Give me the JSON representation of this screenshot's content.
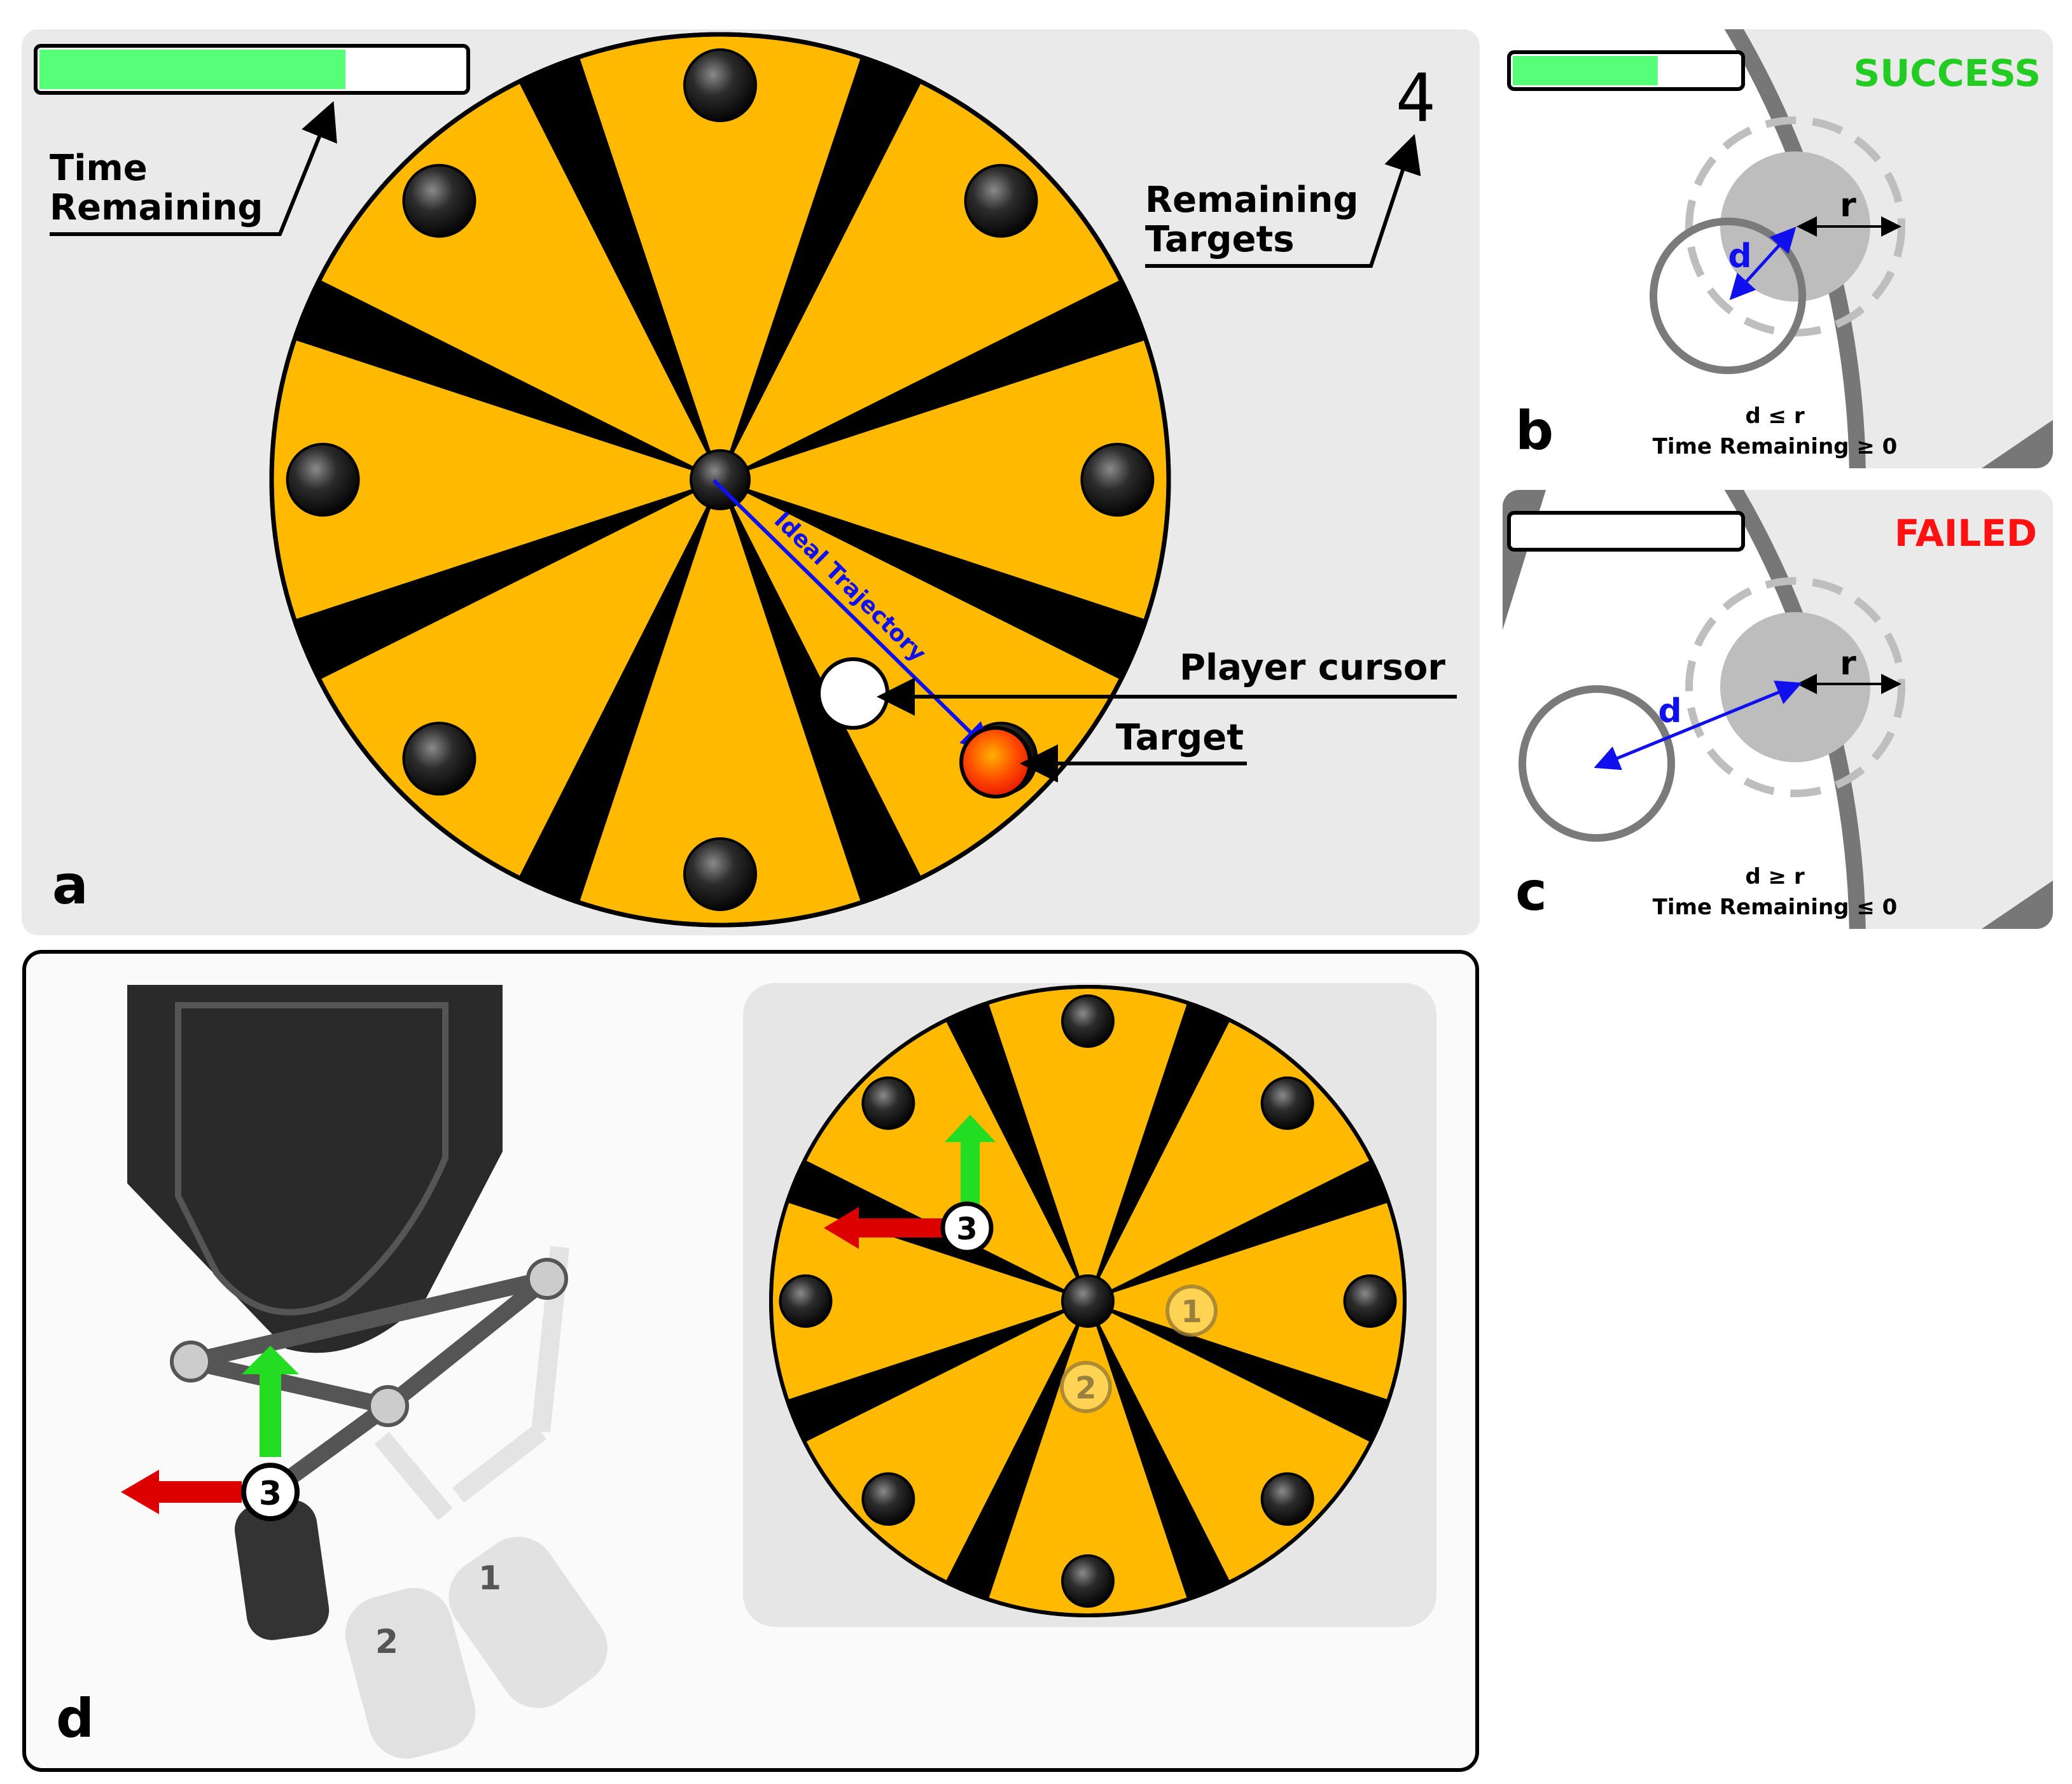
{
  "panel_a": {
    "letter": "a",
    "time_label_1": "Time",
    "time_label_2": "Remaining",
    "targets_label_1": "Remaining",
    "targets_label_2": "Targets",
    "targets_count": "4",
    "trajectory_label": "Ideal Trajectory",
    "cursor_label": "Player cursor",
    "target_label": "Target",
    "time_remaining_fraction": 0.72
  },
  "panel_b": {
    "letter": "b",
    "status": "SUCCESS",
    "d_label": "d",
    "r_label": "r",
    "condition_1": "d ≤ r",
    "condition_2": "Time Remaining ≥ 0",
    "time_remaining_fraction": 0.64
  },
  "panel_c": {
    "letter": "c",
    "status": "FAILED",
    "d_label": "d",
    "r_label": "r",
    "condition_1": "d ≥ r",
    "condition_2": "Time Remaining ≤ 0",
    "time_remaining_fraction": 0.0
  },
  "panel_d": {
    "letter": "d",
    "marker_3": "3",
    "marker_1": "1",
    "marker_2": "2"
  },
  "colors": {
    "wheel_fill": "#FFBA00",
    "timer_fill": "#55FF77",
    "target_fill": "#FF3300",
    "trajectory": "#1010EE",
    "success": "#22CC22",
    "failed": "#FF1111",
    "panel_bg": "#EAEAEA",
    "arrow_red": "#DD0000",
    "arrow_green": "#22DD22"
  }
}
